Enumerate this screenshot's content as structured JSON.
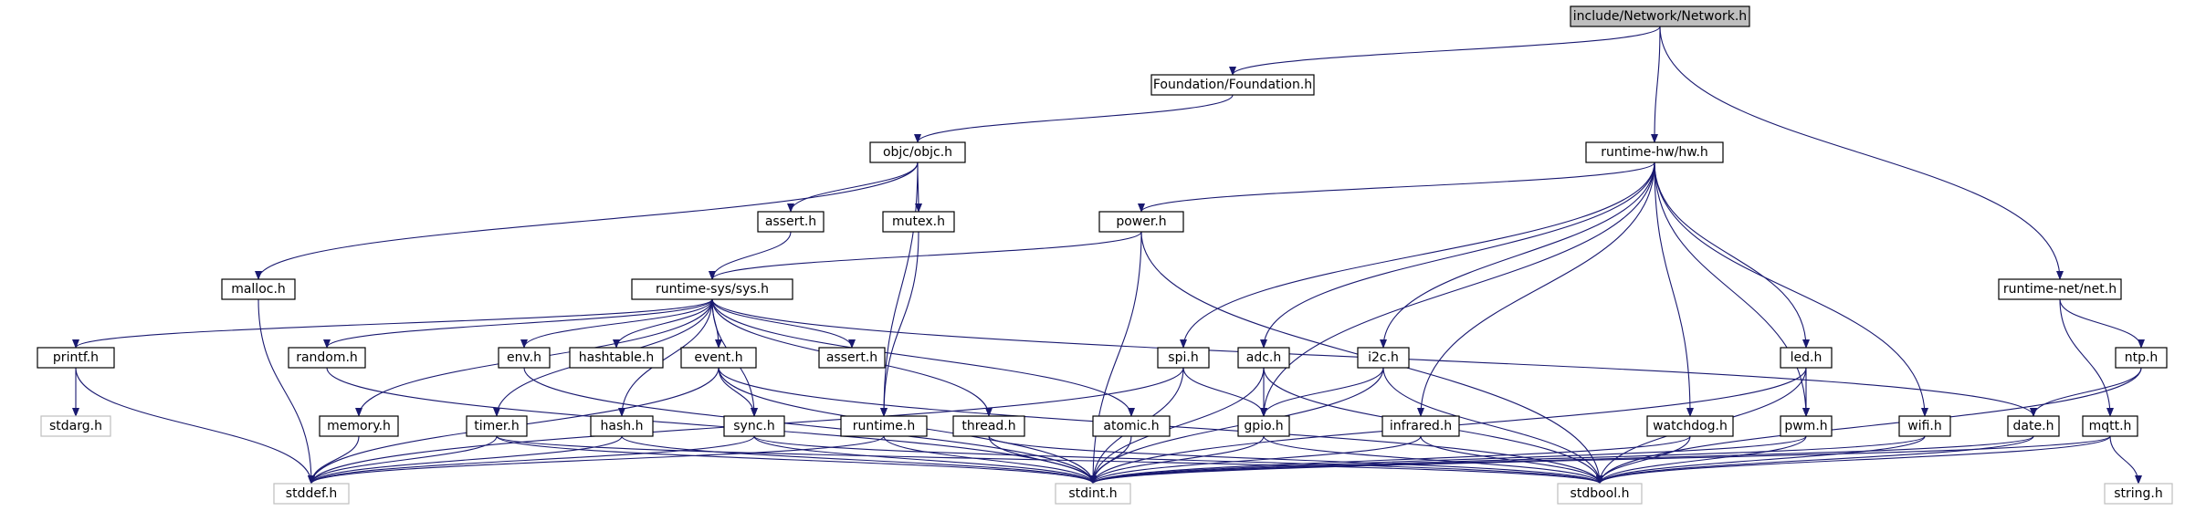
{
  "colors": {
    "edge": "#191970",
    "node_border": "#000000",
    "missing_border": "#bfbfbf",
    "root_fill": "#bfbfbf",
    "node_fill": "#ffffff",
    "text": "#000000"
  },
  "nodes": {
    "network": {
      "label": "include/Network/Network.h",
      "kind": "root"
    },
    "foundation": {
      "label": "Foundation/Foundation.h",
      "kind": "normal"
    },
    "objc": {
      "label": "objc/objc.h",
      "kind": "normal"
    },
    "malloc": {
      "label": "malloc.h",
      "kind": "normal"
    },
    "assert1": {
      "label": "assert.h",
      "kind": "normal"
    },
    "mutex": {
      "label": "mutex.h",
      "kind": "normal"
    },
    "sys": {
      "label": "runtime-sys/sys.h",
      "kind": "normal"
    },
    "hw": {
      "label": "runtime-hw/hw.h",
      "kind": "normal"
    },
    "power": {
      "label": "power.h",
      "kind": "normal"
    },
    "net": {
      "label": "runtime-net/net.h",
      "kind": "normal"
    },
    "ntp": {
      "label": "ntp.h",
      "kind": "normal"
    },
    "printf": {
      "label": "printf.h",
      "kind": "normal"
    },
    "stdarg": {
      "label": "stdarg.h",
      "kind": "missing"
    },
    "random": {
      "label": "random.h",
      "kind": "normal"
    },
    "env": {
      "label": "env.h",
      "kind": "normal"
    },
    "hashtable": {
      "label": "hashtable.h",
      "kind": "normal"
    },
    "event": {
      "label": "event.h",
      "kind": "normal"
    },
    "assert2": {
      "label": "assert.h",
      "kind": "normal"
    },
    "spi": {
      "label": "spi.h",
      "kind": "normal"
    },
    "adc": {
      "label": "adc.h",
      "kind": "normal"
    },
    "i2c": {
      "label": "i2c.h",
      "kind": "normal"
    },
    "led": {
      "label": "led.h",
      "kind": "normal"
    },
    "memory": {
      "label": "memory.h",
      "kind": "normal"
    },
    "timer": {
      "label": "timer.h",
      "kind": "normal"
    },
    "hash": {
      "label": "hash.h",
      "kind": "normal"
    },
    "sync": {
      "label": "sync.h",
      "kind": "normal"
    },
    "runtime": {
      "label": "runtime.h",
      "kind": "normal"
    },
    "thread": {
      "label": "thread.h",
      "kind": "normal"
    },
    "atomic": {
      "label": "atomic.h",
      "kind": "normal"
    },
    "gpio": {
      "label": "gpio.h",
      "kind": "normal"
    },
    "infrared": {
      "label": "infrared.h",
      "kind": "normal"
    },
    "watchdog": {
      "label": "watchdog.h",
      "kind": "normal"
    },
    "pwm": {
      "label": "pwm.h",
      "kind": "normal"
    },
    "wifi": {
      "label": "wifi.h",
      "kind": "normal"
    },
    "date": {
      "label": "date.h",
      "kind": "normal"
    },
    "mqtt": {
      "label": "mqtt.h",
      "kind": "normal"
    },
    "stddef": {
      "label": "stddef.h",
      "kind": "missing"
    },
    "stdint": {
      "label": "stdint.h",
      "kind": "missing"
    },
    "stdbool": {
      "label": "stdbool.h",
      "kind": "missing"
    },
    "string": {
      "label": "string.h",
      "kind": "missing"
    }
  },
  "edges": [
    [
      "network",
      "foundation"
    ],
    [
      "network",
      "hw"
    ],
    [
      "network",
      "net"
    ],
    [
      "foundation",
      "objc"
    ],
    [
      "objc",
      "malloc"
    ],
    [
      "objc",
      "assert1"
    ],
    [
      "objc",
      "mutex"
    ],
    [
      "objc",
      "runtime"
    ],
    [
      "assert1",
      "sys"
    ],
    [
      "mutex",
      "runtime"
    ],
    [
      "malloc",
      "stddef"
    ],
    [
      "hw",
      "power"
    ],
    [
      "hw",
      "spi"
    ],
    [
      "hw",
      "adc"
    ],
    [
      "hw",
      "gpio"
    ],
    [
      "hw",
      "i2c"
    ],
    [
      "hw",
      "infrared"
    ],
    [
      "hw",
      "watchdog"
    ],
    [
      "hw",
      "pwm"
    ],
    [
      "hw",
      "led"
    ],
    [
      "hw",
      "wifi"
    ],
    [
      "power",
      "sys"
    ],
    [
      "power",
      "stdint"
    ],
    [
      "power",
      "stdbool"
    ],
    [
      "net",
      "ntp"
    ],
    [
      "net",
      "mqtt"
    ],
    [
      "ntp",
      "date"
    ],
    [
      "ntp",
      "stdbool"
    ],
    [
      "sys",
      "printf"
    ],
    [
      "sys",
      "random"
    ],
    [
      "sys",
      "memory"
    ],
    [
      "sys",
      "timer"
    ],
    [
      "sys",
      "hash"
    ],
    [
      "sys",
      "env"
    ],
    [
      "sys",
      "hashtable"
    ],
    [
      "sys",
      "event"
    ],
    [
      "sys",
      "sync"
    ],
    [
      "sys",
      "assert2"
    ],
    [
      "sys",
      "thread"
    ],
    [
      "sys",
      "atomic"
    ],
    [
      "sys",
      "date"
    ],
    [
      "printf",
      "stdarg"
    ],
    [
      "printf",
      "stddef"
    ],
    [
      "random",
      "stdint"
    ],
    [
      "env",
      "stdint"
    ],
    [
      "event",
      "sync"
    ],
    [
      "event",
      "stddef"
    ],
    [
      "event",
      "stdint"
    ],
    [
      "event",
      "stdbool"
    ],
    [
      "spi",
      "gpio"
    ],
    [
      "spi",
      "stddef"
    ],
    [
      "spi",
      "stdint"
    ],
    [
      "adc",
      "gpio"
    ],
    [
      "adc",
      "stdint"
    ],
    [
      "adc",
      "stdbool"
    ],
    [
      "i2c",
      "gpio"
    ],
    [
      "i2c",
      "stdint"
    ],
    [
      "i2c",
      "stdbool"
    ],
    [
      "led",
      "pwm"
    ],
    [
      "led",
      "stdint"
    ],
    [
      "led",
      "stdbool"
    ],
    [
      "memory",
      "stddef"
    ],
    [
      "timer",
      "stddef"
    ],
    [
      "timer",
      "stdint"
    ],
    [
      "timer",
      "stdbool"
    ],
    [
      "hash",
      "stddef"
    ],
    [
      "hash",
      "stdint"
    ],
    [
      "sync",
      "stddef"
    ],
    [
      "sync",
      "stdint"
    ],
    [
      "sync",
      "stdbool"
    ],
    [
      "runtime",
      "stddef"
    ],
    [
      "runtime",
      "stdint"
    ],
    [
      "thread",
      "stdint"
    ],
    [
      "thread",
      "stdbool"
    ],
    [
      "atomic",
      "stdint"
    ],
    [
      "gpio",
      "stdint"
    ],
    [
      "gpio",
      "stdbool"
    ],
    [
      "infrared",
      "stdint"
    ],
    [
      "infrared",
      "stdbool"
    ],
    [
      "watchdog",
      "stdint"
    ],
    [
      "watchdog",
      "stdbool"
    ],
    [
      "pwm",
      "stdint"
    ],
    [
      "pwm",
      "stdbool"
    ],
    [
      "wifi",
      "stdint"
    ],
    [
      "wifi",
      "stdbool"
    ],
    [
      "date",
      "stdint"
    ],
    [
      "date",
      "stdbool"
    ],
    [
      "mqtt",
      "stdint"
    ],
    [
      "mqtt",
      "stdbool"
    ],
    [
      "mqtt",
      "string"
    ]
  ]
}
